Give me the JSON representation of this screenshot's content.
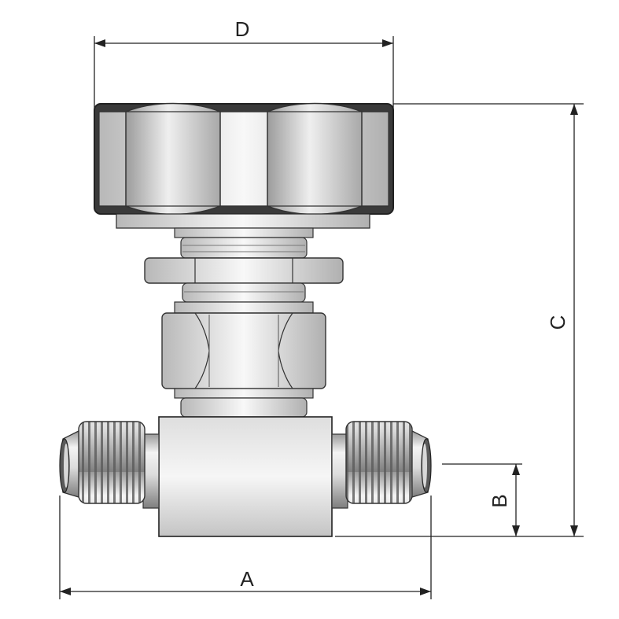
{
  "dimensions": {
    "A": "A",
    "B": "B",
    "C": "C",
    "D": "D"
  },
  "colors": {
    "line": "#222222",
    "metal_light": "#f2f2f2",
    "metal_mid": "#c8c8c8",
    "metal_dark": "#7a7a7a",
    "thread": "#555555",
    "handle_edge": "#3a3a3a"
  }
}
